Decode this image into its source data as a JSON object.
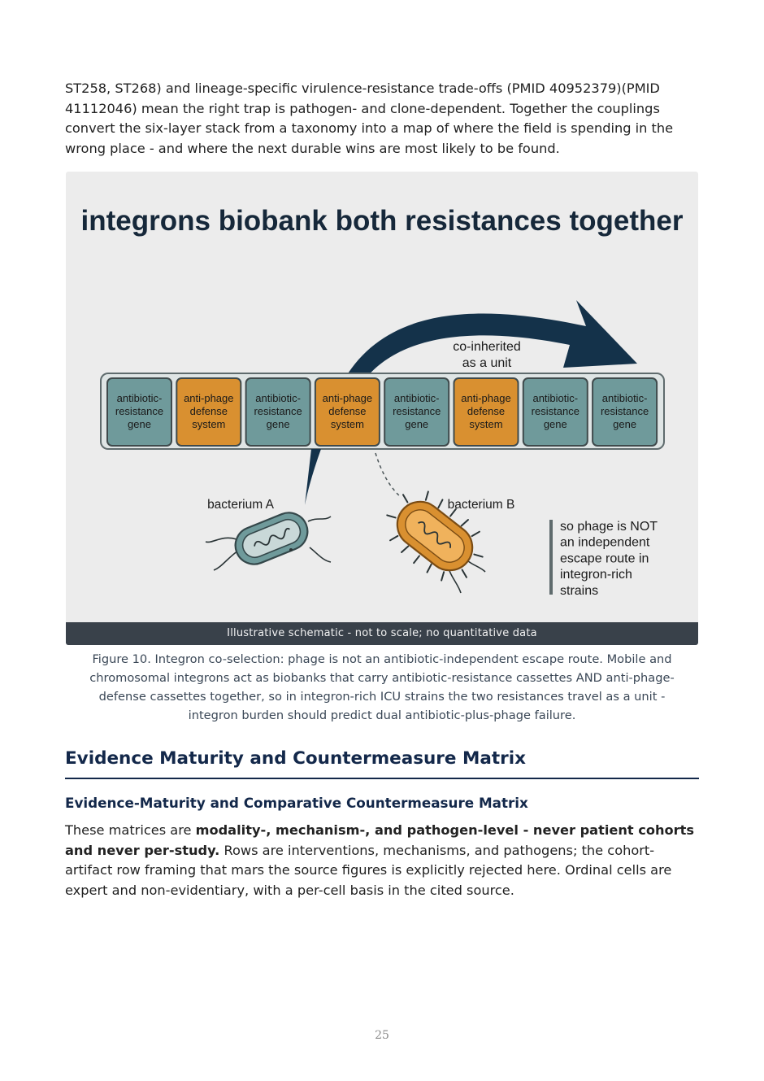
{
  "body_text": {
    "top_paragraph": "ST258, ST268) and lineage-specific virulence-resistance trade-offs (PMID 40952379)(PMID 41112046) mean the right trap is pathogen- and clone-dependent. Together the couplings convert the six-layer stack from a taxonomy into a map of where the field is spending in the wrong place - and where the next durable wins are most likely to be found.",
    "bottom_paragraph": {
      "lead": "These matrices are ",
      "bold": "modality-, mechanism-, and pathogen-level - never patient cohorts and never per-study.",
      "rest": " Rows are interventions, mechanisms, and pathogens; the cohort-artifact row framing that mars the source figures is explicitly rejected here. Ordinal cells are expert and non-evidentiary, with a per-cell basis in the cited source."
    }
  },
  "figure": {
    "title": "integrons biobank both resistances together",
    "arrow_label": [
      "co-inherited",
      "as a unit"
    ],
    "cassettes": [
      {
        "lines": [
          "antibiotic-",
          "resistance",
          "gene"
        ],
        "color": "#6f9a9b"
      },
      {
        "lines": [
          "anti-phage",
          "defense",
          "system"
        ],
        "color": "#d99030"
      },
      {
        "lines": [
          "antibiotic-",
          "resistance",
          "gene"
        ],
        "color": "#6f9a9b"
      },
      {
        "lines": [
          "anti-phage",
          "defense",
          "system"
        ],
        "color": "#d99030"
      },
      {
        "lines": [
          "antibiotic-",
          "resistance",
          "gene"
        ],
        "color": "#6f9a9b"
      },
      {
        "lines": [
          "anti-phage",
          "defense",
          "system"
        ],
        "color": "#d99030"
      },
      {
        "lines": [
          "antibiotic-",
          "resistance",
          "gene"
        ],
        "color": "#6f9a9b"
      },
      {
        "lines": [
          "antibiotic-",
          "resistance",
          "gene"
        ],
        "color": "#6f9a9b"
      }
    ],
    "bacterium_a_label": "bacterium A",
    "bacterium_b_label": "bacterium B",
    "side_note": [
      "so phage is NOT",
      "an independent",
      "escape route in",
      "integron-rich",
      "strains"
    ],
    "footer": "Illustrative schematic - not to scale; no quantitative data",
    "caption": "Figure 10. Integron co-selection: phage is not an antibiotic-independent escape route. Mobile and chromosomal integrons act as biobanks that carry antibiotic-resistance cassettes AND anti-phage-defense cassettes together, so in integron-rich ICU strains the two resistances travel as a unit - integron burden should predict dual antibiotic-plus-phage failure."
  },
  "section_heading": "Evidence Maturity and Countermeasure Matrix",
  "subsection_heading": "Evidence-Maturity and Comparative Countermeasure Matrix",
  "page_number": "25",
  "colors": {
    "heading": "#13284a",
    "teal_cassette": "#6f9a9b",
    "orange_cassette": "#d99030",
    "arrow": "#14324a"
  }
}
